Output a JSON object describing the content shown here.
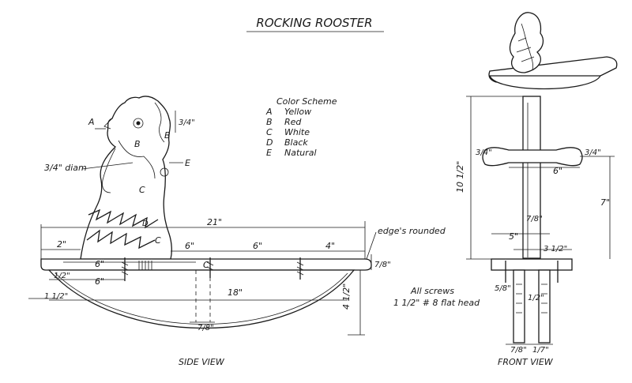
{
  "title": "ROCKING ROOSTER",
  "color_scheme": {
    "heading": "Color Scheme",
    "entries": [
      {
        "key": "A",
        "color": "Yellow"
      },
      {
        "key": "B",
        "color": "Red"
      },
      {
        "key": "C",
        "color": "White"
      },
      {
        "key": "D",
        "color": "Black"
      },
      {
        "key": "E",
        "color": "Natural"
      }
    ]
  },
  "side_view": {
    "caption": "SIDE VIEW",
    "labels": {
      "A": "A",
      "B1": "B",
      "B2": "B",
      "C1": "C",
      "C2": "C",
      "C3": "C",
      "D": "D",
      "E": "E"
    },
    "dims": {
      "overall": "21\"",
      "left_2": "2\"",
      "mid_6a": "6\"",
      "mid_6b": "6\"",
      "mid_4": "4\"",
      "lower_6": "6\"",
      "rocker_6": "6\"",
      "rocker_18": "18\"",
      "height_4_5": "4 1/2\"",
      "slot_7_8": "7/8\"",
      "thick_7_8": "7/8\"",
      "left_1_5": "1 1/2\"",
      "head_3_4": "3/4\"",
      "small_1_2": "1/2\"",
      "eye_diam": "3/4\" diam"
    },
    "notes": {
      "edges": "edge's rounded",
      "screws_1": "All screws",
      "screws_2": "1 1/2\" # 8 flat head"
    }
  },
  "front_view": {
    "caption": "FRONT VIEW",
    "dims": {
      "height_10_5": "10 1/2\"",
      "height_7": "7\"",
      "handle_6": "6\"",
      "handle_3_4a": "3/4\"",
      "handle_3_4b": "3/4\"",
      "post_7_8": "7/8\"",
      "base_5": "5\"",
      "base_3_5": "3 1/2\"",
      "side_5_8": "5/8\"",
      "mid_1_2": "1/2\"",
      "bottom_7_8": "7/8\"",
      "bottom_1_7": "1/7\""
    }
  }
}
